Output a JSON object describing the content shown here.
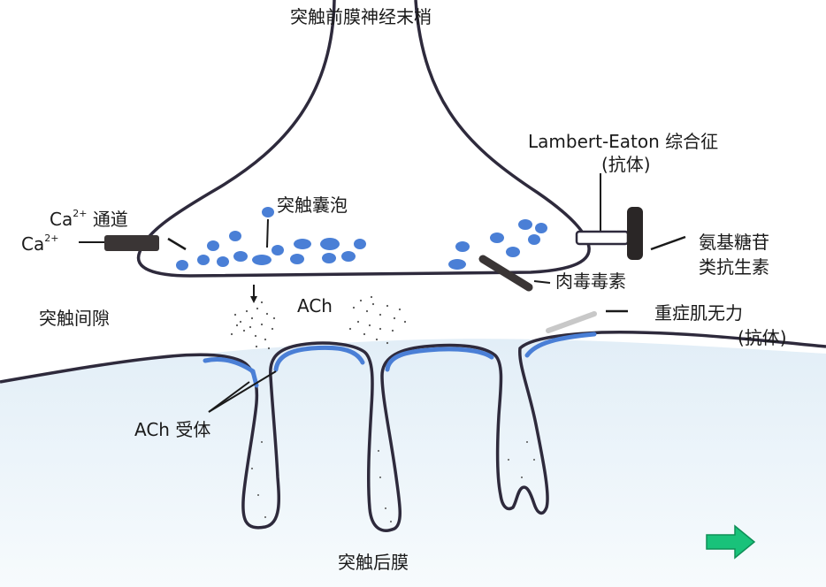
{
  "labels": {
    "presynaptic": "突触前膜神经末梢",
    "lambert_line1": "Lambert-Eaton 综合征",
    "lambert_line2": "(抗体)",
    "vesicle": "突触囊泡",
    "ca_channel_base": "Ca",
    "ca_channel_sup": "2+",
    "ca_channel_rest": "通道",
    "ca_ion_base": "Ca",
    "ca_ion_sup": "2+",
    "aminoglycoside_line1": "氨基糖苷",
    "aminoglycoside_line2": "类抗生素",
    "botulinum": "肉毒毒素",
    "cleft": "突触间隙",
    "ach": "ACh",
    "myasthenia_line1": "重症肌无力",
    "myasthenia_line2": "(抗体)",
    "ach_receptor": "ACh 受体",
    "postsynaptic": "突触后膜"
  },
  "colors": {
    "vesicle": "#4a7fd6",
    "receptor": "#4a7fd6",
    "outline": "#2e2a3c",
    "wash": "#cfe3f1",
    "next_arrow": "#19c27a"
  },
  "icons": {
    "next": "right-arrow-icon"
  }
}
